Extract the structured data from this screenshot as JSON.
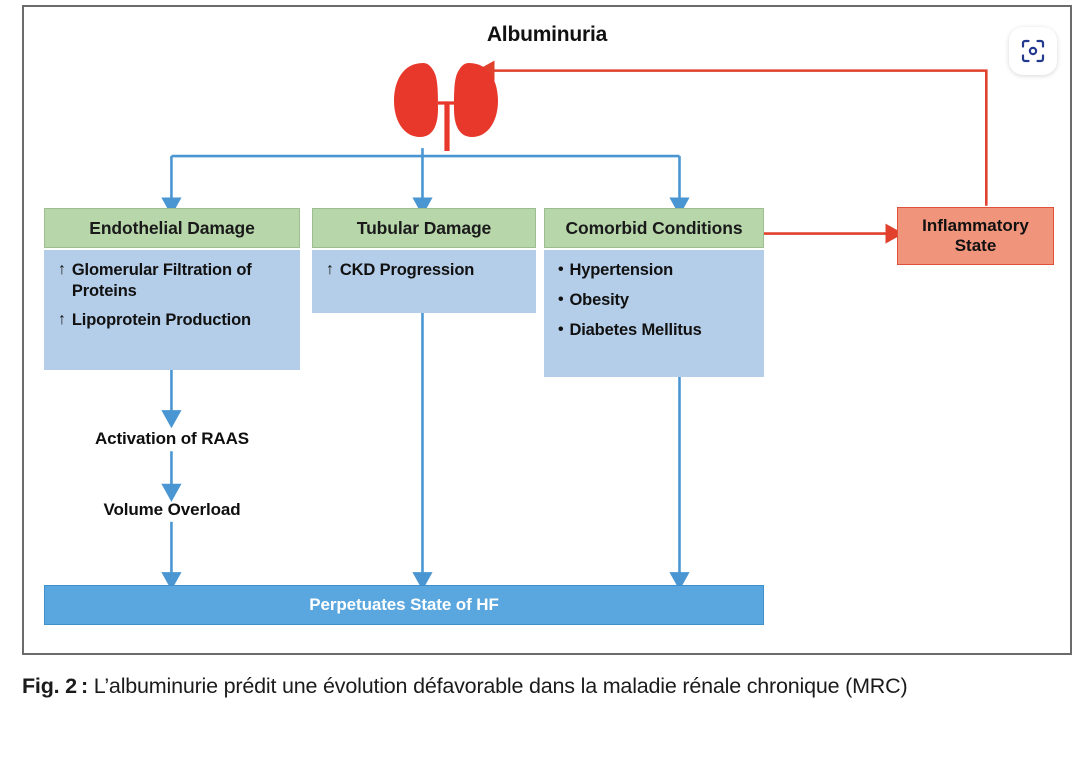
{
  "figure": {
    "title": "Albuminuria",
    "kidney_icon": "kidney-organ-icon",
    "scan_icon": "scan-lens-icon"
  },
  "columns": [
    {
      "header": "Endothelial Damage",
      "items": [
        {
          "marker": "↑",
          "text": "Glomerular Filtration of Proteins"
        },
        {
          "marker": "↑",
          "text": "Lipoprotein Production"
        }
      ]
    },
    {
      "header": "Tubular Damage",
      "items": [
        {
          "marker": "↑",
          "text": "CKD Progression"
        }
      ]
    },
    {
      "header": "Comorbid Conditions",
      "items": [
        {
          "marker": "•",
          "text": "Hypertension"
        },
        {
          "marker": "•",
          "text": "Obesity"
        },
        {
          "marker": "•",
          "text": "Diabetes Mellitus"
        }
      ]
    }
  ],
  "chain_labels": [
    "Activation of RAAS",
    "Volume Overload"
  ],
  "inflammatory": {
    "line1": "Inflammatory",
    "line2": "State"
  },
  "bottom_bar": {
    "label": "Perpetuates State of HF"
  },
  "caption": {
    "label": "Fig. 2 :",
    "text": " L’albuminurie prédit une évolution défavorable dans la maladie rénale chronique (MRC)"
  },
  "colors": {
    "header_green": "#b7d7ab",
    "body_blue": "#b4cde8",
    "bar_blue": "#5aa6de",
    "arrow_blue": "#4a96d2",
    "arrow_red": "#e0402c",
    "inflammatory_fill": "#f0947b",
    "kidney_red": "#e8382c",
    "frame_gray": "#6b6b6b",
    "icon_navy": "#233a8f"
  }
}
